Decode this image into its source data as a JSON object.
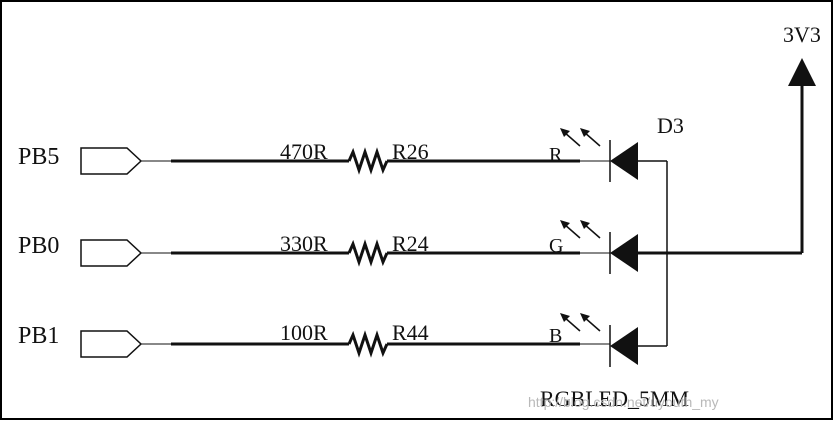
{
  "supply": {
    "label": "3V3"
  },
  "led": {
    "designator": "D3",
    "part": "RGBLED_5MM"
  },
  "channels": [
    {
      "port": "PB5",
      "resistance": "470R",
      "designator": "R26",
      "pin": "R"
    },
    {
      "port": "PB0",
      "resistance": "330R",
      "designator": "R24",
      "pin": "G"
    },
    {
      "port": "PB1",
      "resistance": "100R",
      "designator": "R44",
      "pin": "B"
    }
  ],
  "watermark": "http://blog.csdn.net/uyouth_my",
  "colors": {
    "ink": "#111111",
    "frame": "#000000",
    "watermark": "#b9b9b9"
  }
}
